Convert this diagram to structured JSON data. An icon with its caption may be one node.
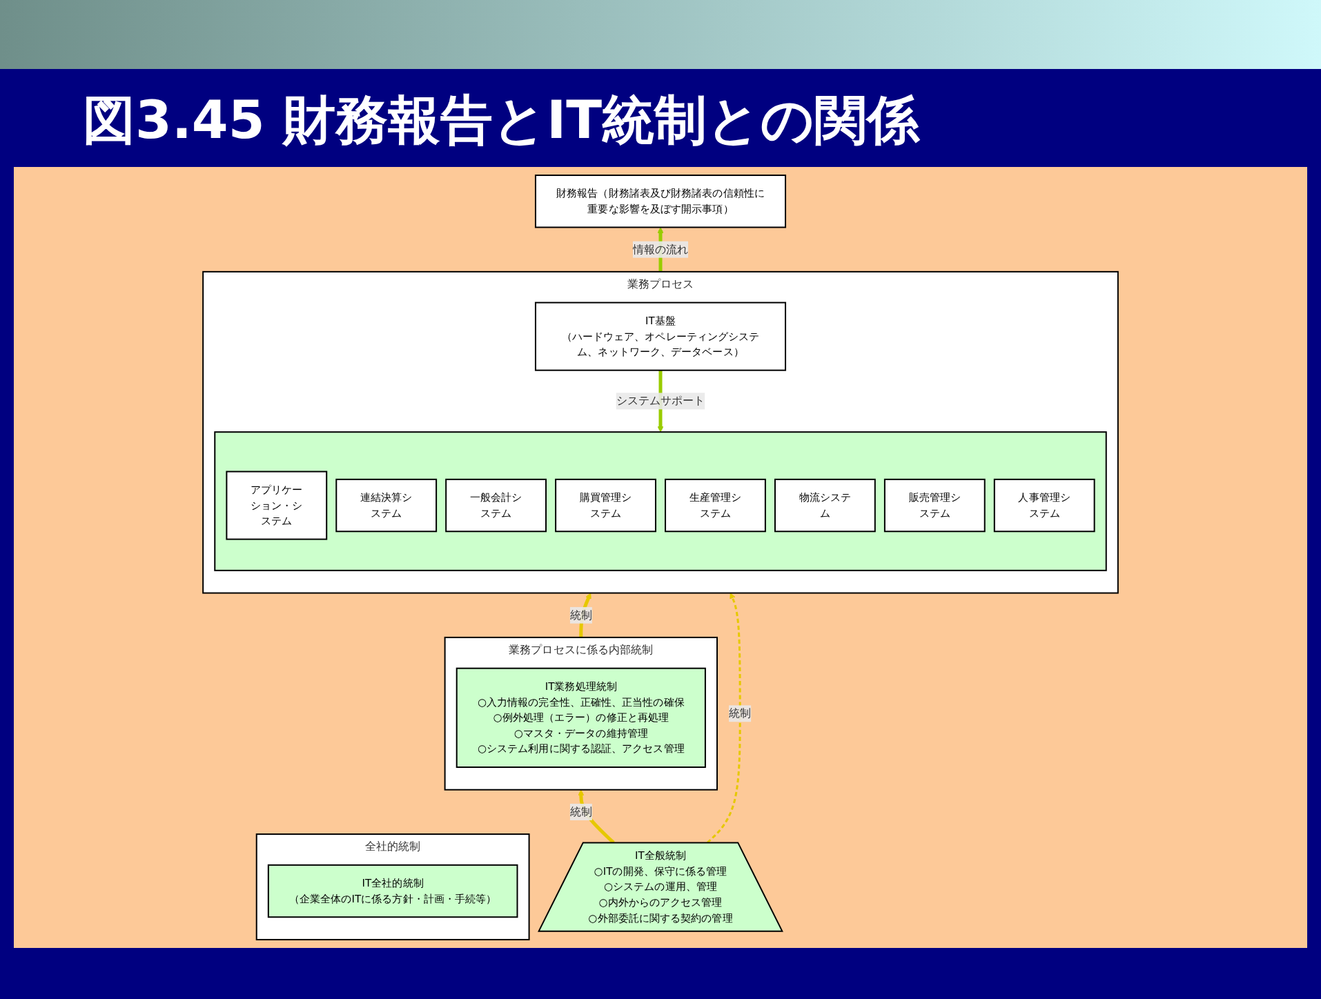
{
  "diagram": {
    "title": "図3.45 財務報告とIT統制との関係",
    "nodes": [
      {
        "text": [
          "全社的統制"
        ]
      },
      {
        "text": [
          "IT全社的統制",
          "（企業全体のITに係る方針・計画・手続等）"
        ],
        "in": 0
      },
      {
        "text": [
          "財務報告（財務諸表及び財務諸表の信頼性に重要な影響を及ぼす開示事項）"
        ]
      },
      {
        "text": [
          "業務プロセス"
        ]
      },
      {
        "text": [],
        "shape": "box",
        "in": 3
      },
      {
        "text": [
          "アプリケーション・システム"
        ],
        "in": 4
      },
      {
        "text": [
          "連結決算システム"
        ],
        "in": 4
      },
      {
        "text": [
          "一般会計システム"
        ],
        "in": 4
      },
      {
        "text": [
          "購買管理システム"
        ],
        "in": 4
      },
      {
        "text": [
          "生産管理システム"
        ],
        "in": 4
      },
      {
        "text": [
          "物流システム"
        ],
        "in": 4
      },
      {
        "text": [
          "販売管理システム"
        ],
        "in": 4
      },
      {
        "text": [
          "人事管理システム"
        ],
        "in": 4
      },
      {
        "text": [
          "IT基盤",
          "（ハードウェア、オペレーティングシステム、ネットワーク、データベース）"
        ],
        "in": 3
      },
      {
        "text": [
          "業務プロセスに係る内部統制"
        ]
      },
      {
        "text": [
          "IT業務処理統制",
          "○入力情報の完全性、正確性、正当性の確保",
          "○例外処理（エラー）の修正と再処理",
          "○マスタ・データの維持管理",
          "○システム利用に関する認証、アクセス管理"
        ],
        "in": 14
      },
      {
        "text": [
          "IT全般統制",
          "○ITの開発、保守に係る管理",
          "○システムの運用、管理",
          "○内外からのアクセス管理",
          "○外部委託に関する契約の管理"
        ]
      }
    ],
    "edges": [
      {
        "from": 3,
        "to": 2,
        "arrow": "to",
        "label": "情報の流れ",
        "color": "#99cc00"
      },
      {
        "from": 13,
        "to": 4,
        "arrow": "to",
        "label": "システムサポート",
        "color": "#99cc00"
      },
      {
        "from": 14,
        "to": 3,
        "arrow": "to",
        "label": "統制"
      },
      {
        "from": 16,
        "to": 3,
        "arrow": "to",
        "label": "統制",
        "style": "dashed"
      },
      {
        "from": 16,
        "to": 14,
        "arrow": "to",
        "label": "統制"
      }
    ]
  }
}
